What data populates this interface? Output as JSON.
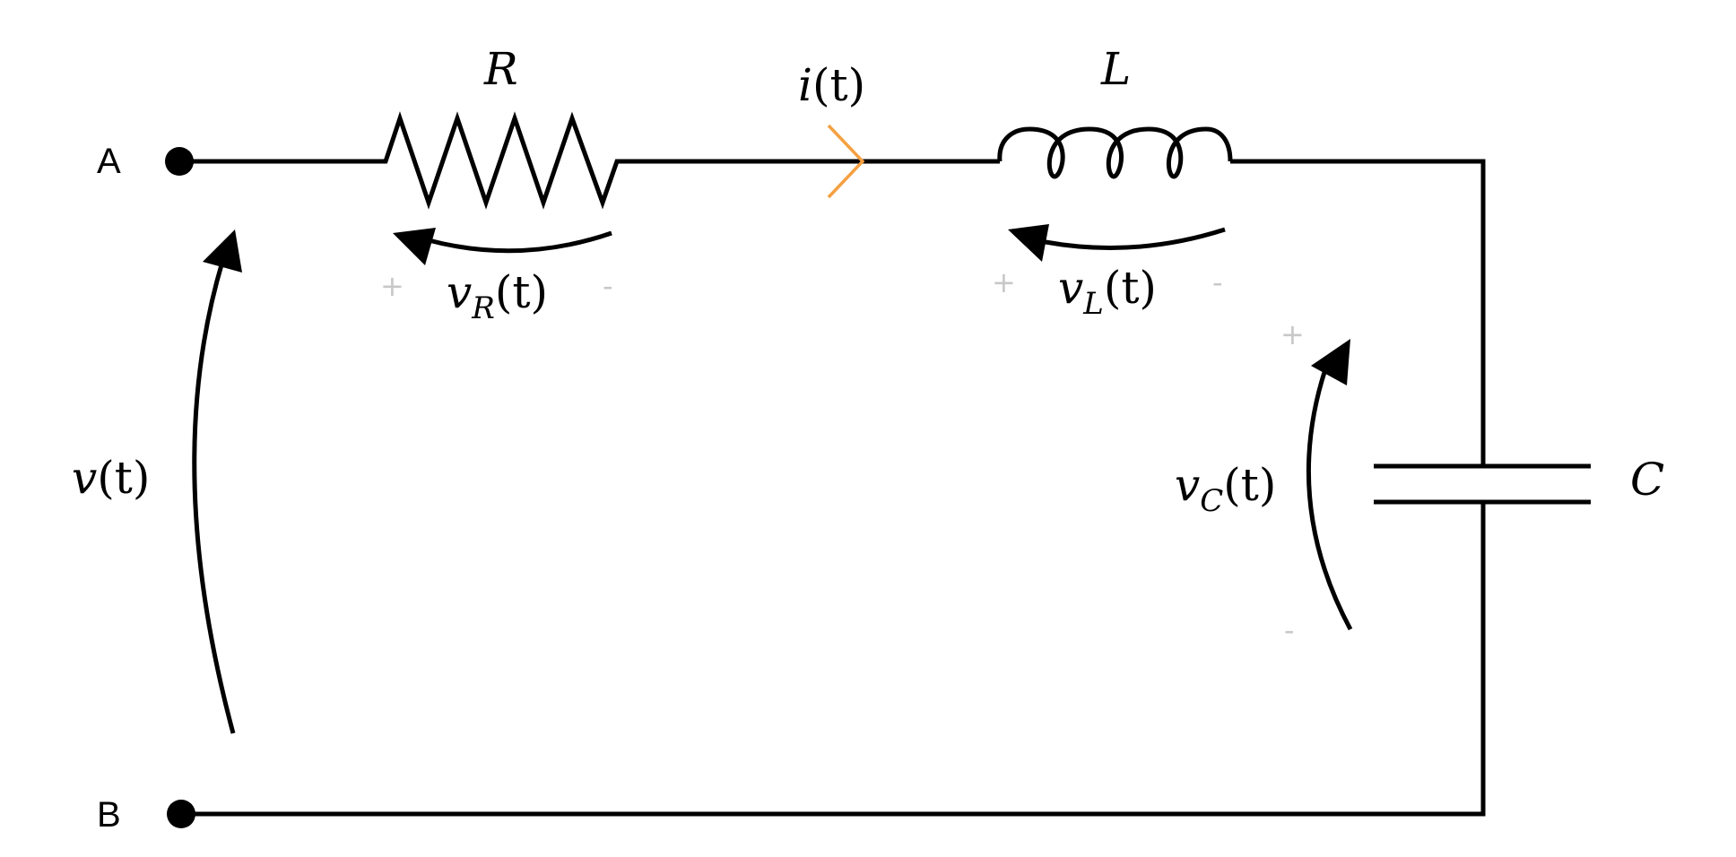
{
  "terminals": {
    "a": "A",
    "b": "B"
  },
  "components": {
    "resistor": {
      "label": "R"
    },
    "inductor": {
      "label": "L"
    },
    "capacitor": {
      "label": "C"
    }
  },
  "current": {
    "symbol": "i",
    "arg": "(t)",
    "marker_color": "#f5a040"
  },
  "voltages": {
    "source": {
      "symbol": "v",
      "arg": "(t)"
    },
    "resistor": {
      "symbol": "v",
      "sub": "R",
      "arg": "(t)",
      "plus": "+",
      "minus": "-"
    },
    "inductor": {
      "symbol": "v",
      "sub": "L",
      "arg": "(t)",
      "plus": "+",
      "minus": "-"
    },
    "capacitor": {
      "symbol": "v",
      "sub": "C",
      "arg": "(t)",
      "plus": "+",
      "minus": "-"
    }
  },
  "colors": {
    "wire": "#000000",
    "polarity": "#c8c8c8",
    "current_marker": "#f5a040"
  }
}
